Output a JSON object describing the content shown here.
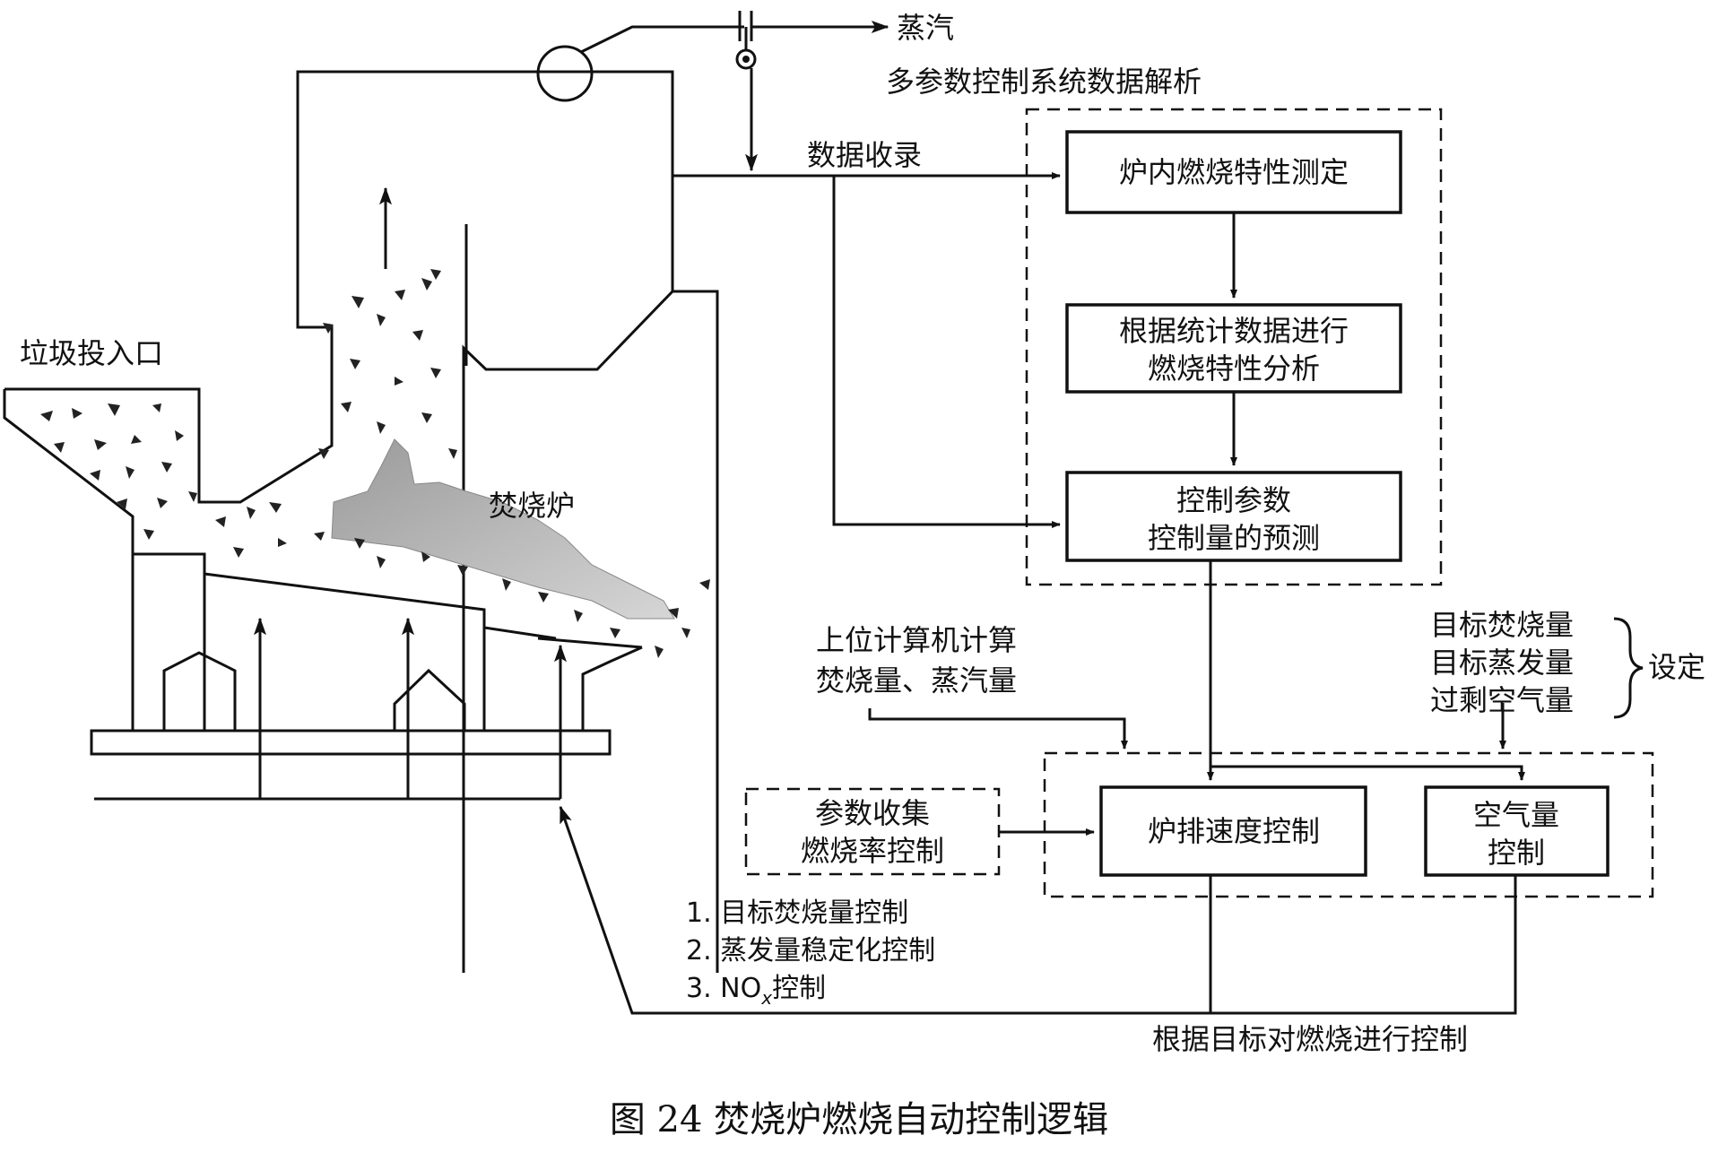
{
  "figure": {
    "steam": "蒸汽",
    "analysis_title": "多参数控制系统数据解析",
    "data_record": "数据收录",
    "hopper_label": "垃圾投入口",
    "furnace_label": "焚烧炉",
    "box1": "炉内燃烧特性测定",
    "box2_line1": "根据统计数据进行",
    "box2_line2": "燃烧特性分析",
    "box3_line1": "控制参数",
    "box3_line2": "控制量的预测",
    "host_line1": "上位计算机计算",
    "host_line2": "焚烧量、蒸汽量",
    "target1": "目标焚烧量",
    "target2": "目标蒸发量",
    "target3": "过剩空气量",
    "setting": "设定",
    "param_line1": "参数收集",
    "param_line2": "燃烧率控制",
    "grate_box": "炉排速度控制",
    "air_line1": "空气量",
    "air_line2": "控制",
    "list1": "1. 目标焚烧量控制",
    "list2": "2. 蒸发量稳定化控制",
    "list3_prefix": "3. NO",
    "list3_sub": "x",
    "list3_suffix": "控制",
    "bottom_label": "根据目标对燃烧进行控制",
    "caption": "图 24  焚烧炉燃烧自动控制逻辑"
  }
}
